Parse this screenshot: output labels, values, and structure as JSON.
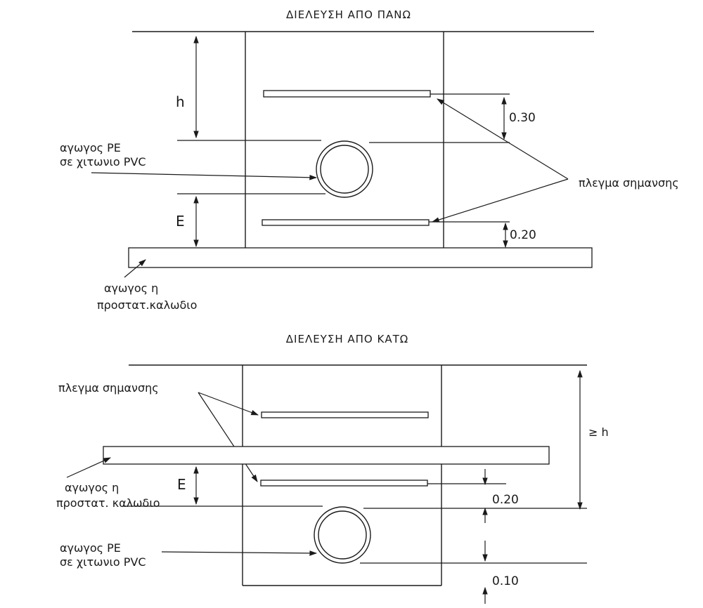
{
  "top": {
    "title": "ΔΙΕΛΕΥΣΗ ΑΠΟ ΠΑΝΩ",
    "h_label": "h",
    "e_label": "E",
    "pipe_label_1": "αγωγος PE",
    "pipe_label_2": "σε χιτωνιο PVC",
    "mesh_label": "πλεγμα σημανσης",
    "dim_upper": "0.30",
    "dim_lower": "0.20",
    "crossing_label_1": "αγωγος η",
    "crossing_label_2": "προστατ.καλωδιο"
  },
  "bottom": {
    "title": "ΔΙΕΛΕΥΣΗ ΑΠΟ ΚΑΤΩ",
    "mesh_label": "πλεγμα σημανσης",
    "geq_h_label": "≥ h",
    "e_label": "E",
    "crossing_label_1": "αγωγος η",
    "crossing_label_2": "προστατ. καλωδιο",
    "dim_upper": "0.20",
    "pipe_label_1": "αγωγος PE",
    "pipe_label_2": "σε χιτωνιο PVC",
    "dim_lower": "0.10"
  }
}
